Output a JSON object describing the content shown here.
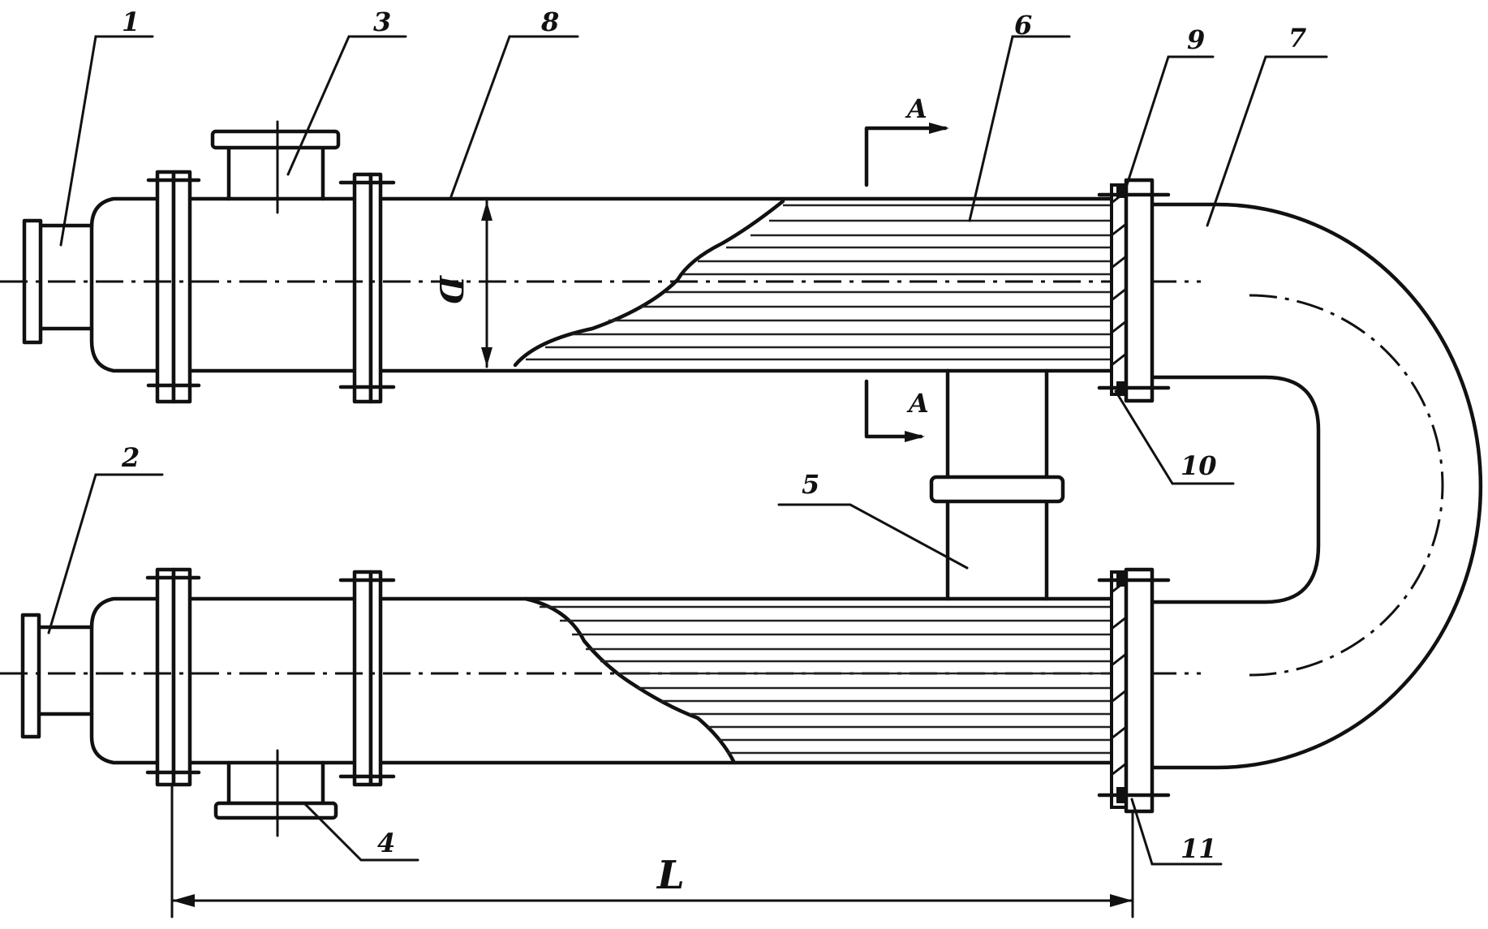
{
  "diagram": {
    "callouts": [
      "1",
      "2",
      "3",
      "4",
      "5",
      "6",
      "7",
      "8",
      "9",
      "10",
      "11"
    ],
    "section_mark": "A",
    "diameter_label": "D",
    "length_label": "L"
  }
}
